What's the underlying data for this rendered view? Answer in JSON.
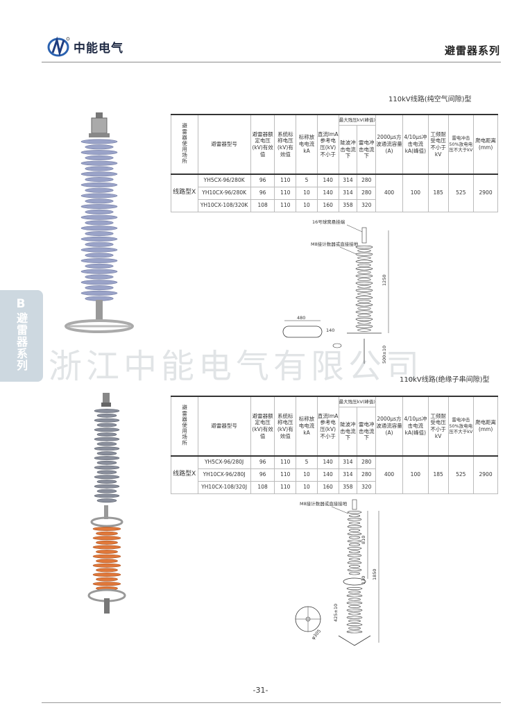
{
  "header": {
    "company": "中能电气",
    "series_title": "避雷器系列"
  },
  "side_tab": {
    "letter": "B",
    "label": "避雷器系列"
  },
  "watermark": "浙江中能电气有限公司",
  "section1": {
    "title": "110kV线路(纯空气间隙)型",
    "headers": {
      "usage": "避雷器使用场所",
      "model": "避雷器型号",
      "rated": "避雷器额定电压(kV)有效值",
      "system": "系统标称电压(kV)有效值",
      "nominal": "标称放电电流kA",
      "dc_ref": "直流lmA参考电压(kV)不小于",
      "max_residual": "最大残压kV(峰值)",
      "steep": "陡波冲击电流下",
      "lightning": "雷电冲击电流下",
      "square": "2000μs方波通流容量(A)",
      "impulse": "4/10μs冲击电流kA(峰值)",
      "power_freq": "工频耐受电压不小于kV",
      "lightning50": "雷电冲击50%放电电压不大于kV",
      "creepage": "爬电距离(mm)"
    },
    "usage_value": "线路型X",
    "rows": [
      {
        "model": "YH5CX-96/280K",
        "rated": "96",
        "system": "110",
        "nominal": "5",
        "dc_ref": "140",
        "steep": "314",
        "lightning": "280"
      },
      {
        "model": "YH10CX-96/280K",
        "rated": "96",
        "system": "110",
        "nominal": "10",
        "dc_ref": "140",
        "steep": "314",
        "lightning": "280"
      },
      {
        "model": "YH10CX-108/320K",
        "rated": "108",
        "system": "110",
        "nominal": "10",
        "dc_ref": "160",
        "steep": "358",
        "lightning": "320"
      }
    ],
    "shared": {
      "square": "400",
      "impulse": "100",
      "power_freq": "185",
      "lightning50": "525",
      "creepage": "2900"
    },
    "diagram": {
      "label_top": "16号球窝悬挂端",
      "label_mid": "M8接计数器或直接接地",
      "dim_height": "1250",
      "dim_width": "480",
      "dim_small": "140",
      "dim_gap": "500±10"
    }
  },
  "section2": {
    "title": "110kV线路(绝缘子串间隙)型",
    "headers": {
      "usage": "避雷器使用场所",
      "model": "避雷器型号",
      "rated": "避雷器额定电压(kV)有效值",
      "system": "系统标称电压(kV)有效值",
      "nominal": "标称放电电流kA",
      "dc_ref": "直流lmA参考电压(kV)不小于",
      "max_residual": "最大残压kV(峰值)",
      "steep": "陡波冲击电流下",
      "lightning": "雷电冲击电流下",
      "square": "2000μs方波通流容量(A)",
      "impulse": "4/10μs冲击电流kA(峰值)",
      "power_freq": "工频耐受电压不小于kV",
      "lightning50": "雷电冲击50%放电电压不大于kV",
      "creepage": "爬电距离(mm)"
    },
    "usage_value": "线路型X",
    "rows": [
      {
        "model": "YH5CX-96/280J",
        "rated": "96",
        "system": "110",
        "nominal": "5",
        "dc_ref": "140",
        "steep": "314",
        "lightning": "280"
      },
      {
        "model": "YH10CX-96/280J",
        "rated": "96",
        "system": "110",
        "nominal": "10",
        "dc_ref": "140",
        "steep": "314",
        "lightning": "280"
      },
      {
        "model": "YH10CX-108/320J",
        "rated": "108",
        "system": "110",
        "nominal": "10",
        "dc_ref": "160",
        "steep": "358",
        "lightning": "320"
      }
    ],
    "shared": {
      "square": "400",
      "impulse": "100",
      "power_freq": "185",
      "lightning50": "525",
      "creepage": "2900"
    },
    "diagram": {
      "label_mid": "M8接计数器或直接接地",
      "dim_upper": "810",
      "dim_total": "1850",
      "dim_ring": "130",
      "dim_lower": "425±10",
      "dim_dia": "φ305"
    }
  },
  "footer": {
    "page": "-31-"
  },
  "colors": {
    "shed_blue": "#9aa3c8",
    "shed_orange": "#e0783a",
    "tab": "#cdd8e0"
  }
}
